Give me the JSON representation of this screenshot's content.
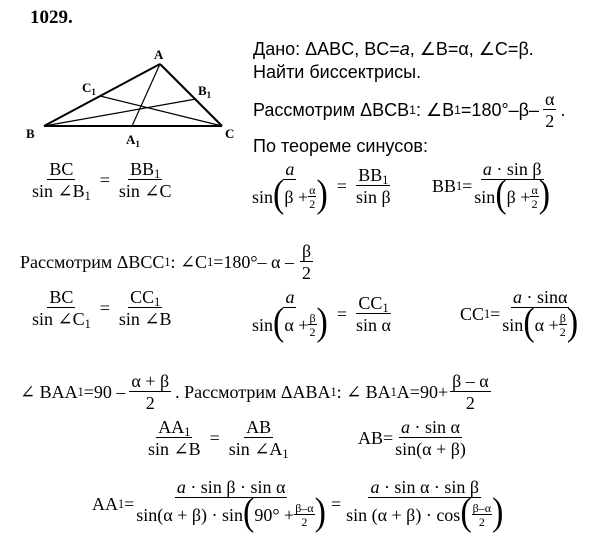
{
  "problem": {
    "number": "1029."
  },
  "diagram": {
    "vertex_a": "A",
    "vertex_b": "B",
    "vertex_c": "C",
    "point_c1": "C",
    "point_c1_sub": "1",
    "point_b1": "B",
    "point_b1_sub": "1",
    "point_a1": "A",
    "point_a1_sub": "1"
  },
  "given": {
    "dano": "Дано: ΔABC, BC=",
    "a": "a",
    "rest": ", ∠B=α, ∠C=β.",
    "find": "Найти биссектрисы."
  },
  "step1": {
    "text": "Рассмотрим ΔBCB",
    "sub": "1",
    "angle": ": ∠B",
    "angle_sub": "1",
    "value": "=180°–β–",
    "frac_num": "α",
    "frac_den": "2",
    "end": "."
  },
  "sine_rule": "По теореме синусов:",
  "eq1": {
    "f1_num": "BC",
    "f1_den": "sin ∠B",
    "f1_den_sub": "1",
    "f2_num": "BB",
    "f2_num_sub": "1",
    "f2_den": "sin ∠C",
    "eq": "="
  },
  "eq2": {
    "num": "a",
    "sin": "sin",
    "beta_plus": "β +",
    "small_num": "α",
    "small_den": "2",
    "rhs_num": "BB",
    "rhs_num_sub": "1",
    "rhs_den": "sin β",
    "eq": "="
  },
  "eq3": {
    "lhs": "BB",
    "lhs_sub": "1",
    "eq": "=",
    "num": "a · sin β",
    "sin": "sin",
    "beta_plus": "β +",
    "small_num": "α",
    "small_den": "2"
  },
  "step2": {
    "text": "Рассмотрим ΔBCC",
    "sub": "1",
    "angle": ": ∠C",
    "angle_sub": "1",
    "value": "=180°– α –",
    "frac_num": "β",
    "frac_den": "2"
  },
  "eq4": {
    "f1_num": "BC",
    "f1_den": "sin ∠C",
    "f1_den_sub": "1",
    "f2_num": "CC",
    "f2_num_sub": "1",
    "f2_den": "sin ∠B",
    "eq": "="
  },
  "eq5": {
    "num": "a",
    "sin": "sin",
    "alpha_plus": "α +",
    "small_num": "β",
    "small_den": "2",
    "rhs_num": "CC",
    "rhs_num_sub": "1",
    "rhs_den": "sin α",
    "eq": "="
  },
  "eq6": {
    "lhs": "CC",
    "lhs_sub": "1",
    "eq": "=",
    "num": "a · sinα",
    "sin": "sin",
    "alpha_plus": "α +",
    "small_num": "β",
    "small_den": "2"
  },
  "step3": {
    "lhs": "∠ BAA",
    "lhs_sub": "1",
    "eq": " =90 –",
    "frac_num": "α + β",
    "frac_den": "2",
    "mid": ". Рассмотрим ΔABA",
    "mid_sub": "1",
    "angle": ": ∠ BA",
    "angle_sub": "1",
    "angle_end": " A=90+",
    "frac2_num": "β – α",
    "frac2_den": "2"
  },
  "eq7": {
    "f1_num": "AA",
    "f1_num_sub": "1",
    "f1_den": "sin ∠B",
    "f2_num": "AB",
    "f2_den": "sin ∠A",
    "f2_den_sub": "1",
    "eq": "="
  },
  "eq8": {
    "lhs": "AB=",
    "num": "a · sin α",
    "den": "sin(α + β)"
  },
  "eq9": {
    "lhs": "AA",
    "lhs_sub": "1",
    "eq": "=",
    "n1": "a · sin β · sin α",
    "d1_a": "sin(α + β) · sin",
    "d1_b": "90° +",
    "d1_small_num": "β–α",
    "d1_small_den": "2",
    "eq2": "=",
    "n2": "a · sin α · sin β",
    "d2_a": "sin (α + β) · cos",
    "d2_small_num": "β–α",
    "d2_small_den": "2"
  }
}
